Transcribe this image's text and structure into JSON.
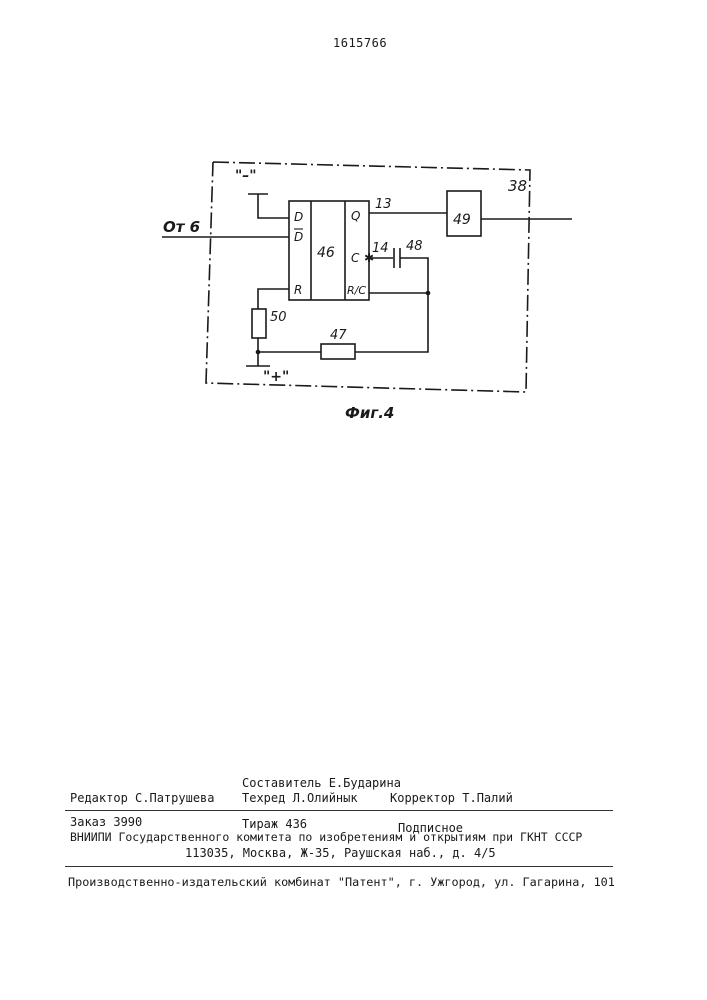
{
  "patent_number": "1615766",
  "figure": {
    "caption": "Фиг.4",
    "block_number": "38",
    "input_label": "От 6",
    "minus_label": "\"–\"",
    "plus_label": "\"+\"",
    "trigger": {
      "number": "46",
      "pin_d": "D",
      "pin_d_bar": "D",
      "pin_r": "R",
      "pin_q": "Q",
      "pin_c": "C",
      "pin_rc": "R/C"
    },
    "output_block": "49",
    "node_13": "13",
    "node_14": "14",
    "capacitor": "48",
    "resistor_50": "50",
    "resistor_47": "47"
  },
  "imprint": {
    "editor": "Редактор С.Патрушева",
    "compiler": "Составитель Е.Бударина",
    "techred": "Техред Л.Олийнык",
    "corrector": "Корректор Т.Палий",
    "order": "Заказ 3990",
    "circulation": "Тираж 436",
    "subscription": "Подписное",
    "institute_line": "ВНИИПИ Государственного комитета по изобретениям и открытиям при ГКНТ СССР",
    "address_line": "113035, Москва, Ж-35, Раушская наб., д. 4/5",
    "publisher_line": "Производственно-издательский комбинат \"Патент\", г. Ужгород, ул. Гагарина, 101"
  }
}
